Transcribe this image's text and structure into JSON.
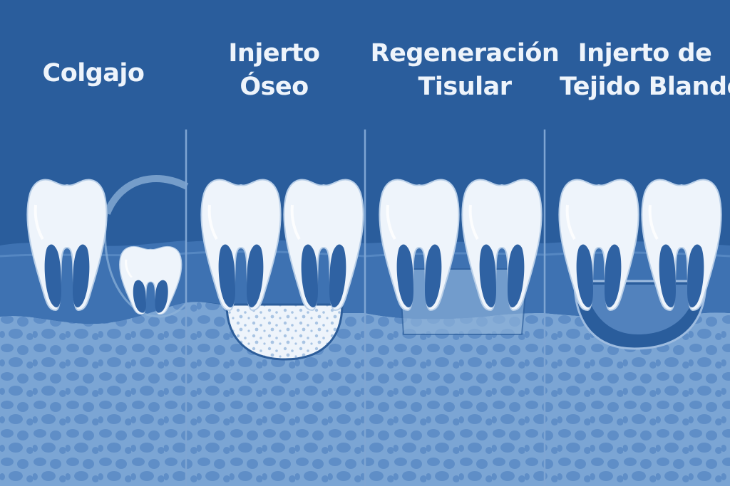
{
  "panels": [
    {
      "id": "colgajo",
      "title_lines": [
        "Colgajo"
      ]
    },
    {
      "id": "injerto-oseo",
      "title_lines": [
        "Injerto",
        "Óseo"
      ]
    },
    {
      "id": "regeneracion-tisular",
      "title_lines": [
        "Regeneración",
        "Tisular"
      ]
    },
    {
      "id": "injerto-tejido-blando",
      "title_lines": [
        "Injerto de",
        "Tejido Blando"
      ]
    }
  ],
  "colors": {
    "background": "#2a5d9c",
    "gum": "#3e72b2",
    "bone": "#7ba5d4",
    "bone_pores": "#4f7fbb",
    "tooth": "#eef4fb",
    "tooth_shade": "#c9dbee",
    "root_canal": "#2c5d9a",
    "bone_graft": "#f0f5fb",
    "membrane": "#8fb3da",
    "soft_tissue_graft": "#5c8cc6",
    "divider": "#7ea5d3",
    "title_text": "#eef4fb"
  }
}
